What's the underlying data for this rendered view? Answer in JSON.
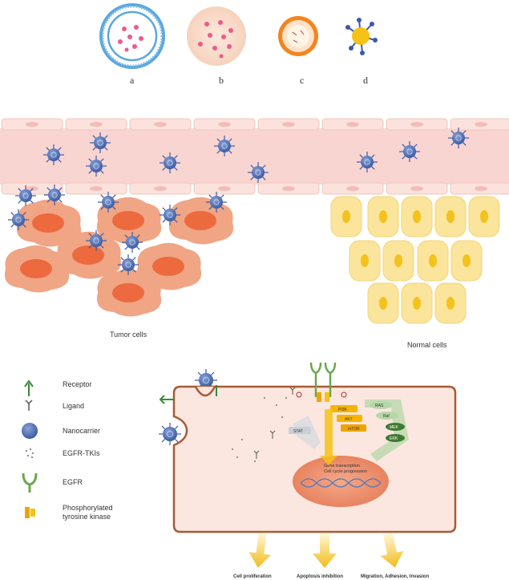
{
  "panel_labels": [
    "a",
    "b",
    "c",
    "d"
  ],
  "regions": {
    "tumor_label": "Tumor cells",
    "normal_label": "Normal cells"
  },
  "legend": [
    {
      "key": "receptor",
      "label": "Receptor"
    },
    {
      "key": "ligand",
      "label": "Ligand"
    },
    {
      "key": "nanocarrier",
      "label": "Nanocarrier"
    },
    {
      "key": "egfr_tkis",
      "label": "EGFR-TKIs"
    },
    {
      "key": "egfr",
      "label": "EGFR"
    },
    {
      "key": "kinase",
      "label": "Phosphorylated\ntyrosine kinase"
    }
  ],
  "pathway": {
    "pi3k": "PI3K",
    "akt": "AKT",
    "mtor": "mTOR",
    "stat": "STAT",
    "ras": "RAS",
    "raf": "Raf",
    "mek": "MEK",
    "erk": "ERK",
    "nucleus_text": "Gene transcription\nCell cycle progression"
  },
  "outcomes": [
    "Cell proliferation",
    "Apoptosis inhibition",
    "Migration, Adhesion, Invasion"
  ],
  "colors": {
    "vessel": "#f9d5d2",
    "tumor": "#f0a585",
    "tumor_nucleus": "#ec6a3e",
    "normal": "#fbe49b",
    "normal_nucleus": "#f3c21c",
    "nanocarrier": "#4f6fb5",
    "cell_fill": "#fbe7df",
    "cell_border": "#a85a36",
    "arrow": "#f4c430"
  }
}
